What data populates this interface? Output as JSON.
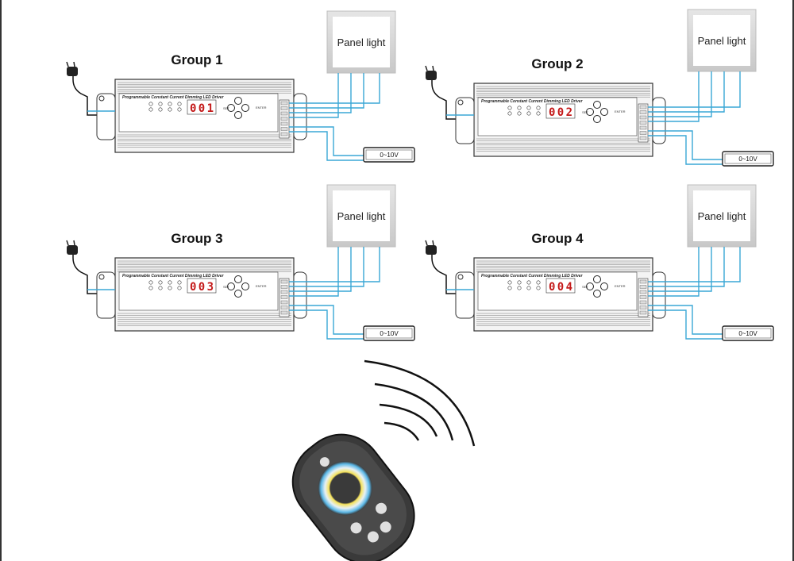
{
  "groups": [
    {
      "label": "Group 1",
      "panel_label": "Panel light",
      "display": "001",
      "dimmer_label": "0~10V"
    },
    {
      "label": "Group 2",
      "panel_label": "Panel light",
      "display": "002",
      "dimmer_label": "0~10V"
    },
    {
      "label": "Group 3",
      "panel_label": "Panel light",
      "display": "003",
      "dimmer_label": "0~10V"
    },
    {
      "label": "Group 4",
      "panel_label": "Panel light",
      "display": "004",
      "dimmer_label": "0~10V"
    }
  ],
  "driver_title": "Programmable Constant Current Dimming LED Driver",
  "driver_button_labels": {
    "set": "SET",
    "enter": "ENTER"
  },
  "colors": {
    "wire": "#3aa7d6",
    "panel_glow": "#d9d9d9",
    "display_text": "#c41a1a",
    "remote_body": "#3a3a3a"
  }
}
